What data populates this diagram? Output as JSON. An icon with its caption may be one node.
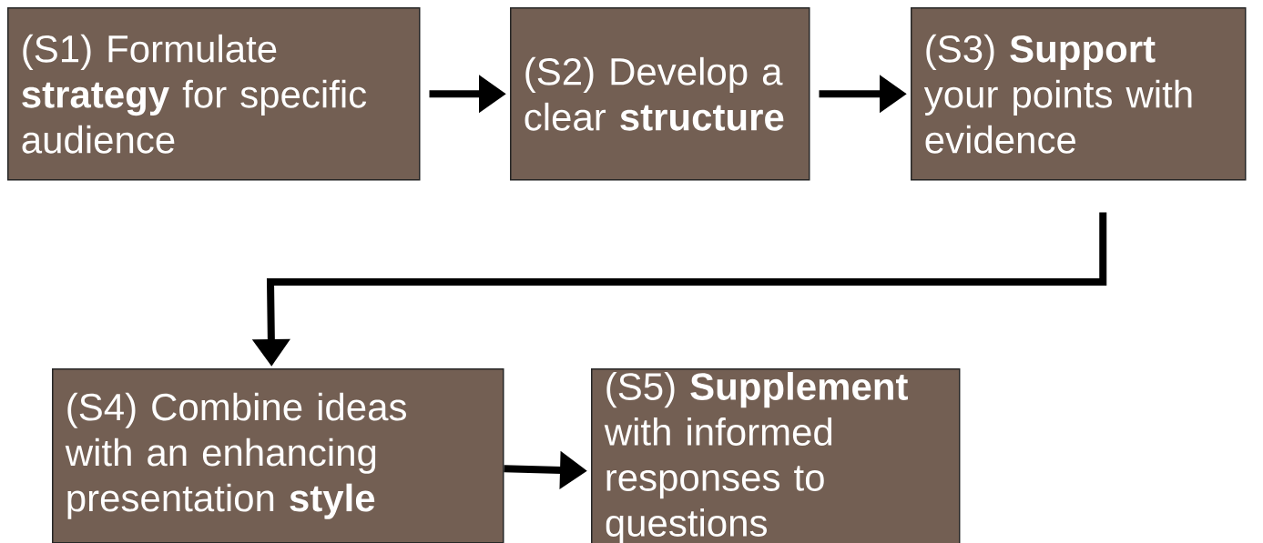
{
  "diagram": {
    "nodes": [
      {
        "text": [
          "(S1) Formulate **strategy** for specific audience"
        ]
      },
      {
        "text": [
          "(S2) Develop a clear **structure**"
        ]
      },
      {
        "text": [
          "(S3) **Support** your points with evidence"
        ]
      },
      {
        "text": [
          "(S4) Combine ideas with an enhancing presentation **style**"
        ]
      },
      {
        "text": [
          "(S5) **Supplement** with informed responses to questions"
        ]
      }
    ],
    "edges": [
      {
        "from": 0,
        "to": 1,
        "arrow": "to"
      },
      {
        "from": 1,
        "to": 2,
        "arrow": "to"
      },
      {
        "from": 2,
        "to": 3,
        "arrow": "to"
      },
      {
        "from": 3,
        "to": 4,
        "arrow": "to"
      }
    ]
  }
}
